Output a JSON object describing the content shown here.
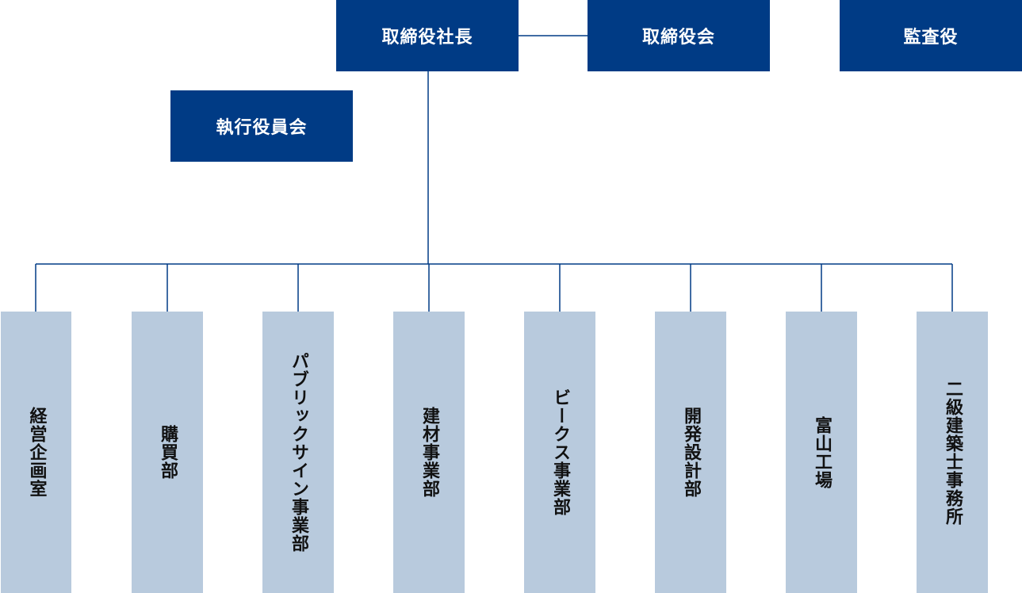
{
  "top_level": {
    "president": "取締役社長",
    "board": "取締役会",
    "auditor": "監査役"
  },
  "executive_committee": "執行役員会",
  "departments": [
    "経営企画室",
    "購買部",
    "パブリックサイン事業部",
    "建材事業部",
    "ビークス事業部",
    "開発設計部",
    "富山工場",
    "二級建築士事務所"
  ],
  "colors": {
    "executive_fill": "#003b85",
    "department_fill": "#b8cadd",
    "connector": "#003b85"
  }
}
